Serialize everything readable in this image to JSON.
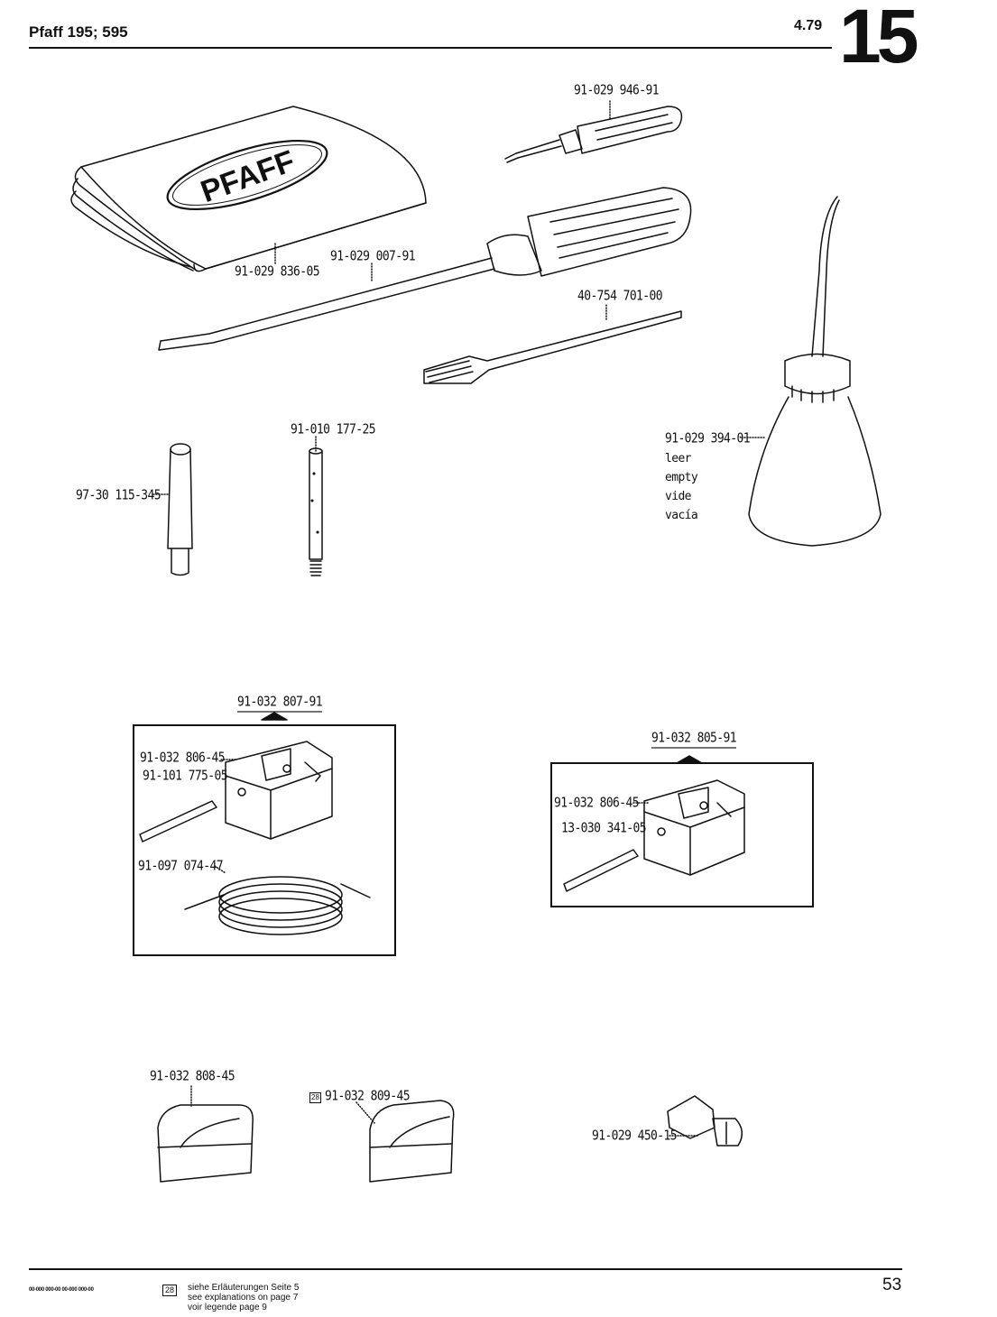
{
  "header": {
    "model": "Pfaff 195; 595",
    "date": "4.79",
    "section": "15"
  },
  "parts": {
    "manual": "91-029 836-05",
    "small_screwdriver": "91-029 946-91",
    "large_screwdriver": "91-029 007-91",
    "brush": "40-754 701-00",
    "oil_can": "91-029 394-01",
    "oil_can_notes": [
      "leer",
      "empty",
      "vide",
      "vacía"
    ],
    "tapered_pin": "97-30 115-345",
    "threaded_pin": "91-010 177-25",
    "kit_a": {
      "title": "91-032 807-91",
      "block": "91-032 806-45",
      "pin": "91-101 775-05",
      "cable": "91-097 074-47"
    },
    "kit_b": {
      "title": "91-032 805-91",
      "block": "91-032 806-45",
      "pin": "13-030 341-05"
    },
    "guide_1": "91-032 808-45",
    "guide_2": "91-032 809-45",
    "guide_2_badge": "28",
    "clip": "91-029 450-15"
  },
  "footer": {
    "codes": "00-000 000-00  00-000 000-00",
    "badge": "28",
    "notes": [
      "siehe Erläuterungen Seite 5",
      "see explanations on page 7",
      "voir legende page 9"
    ],
    "page": "53"
  },
  "logo_text": "PFAFF"
}
